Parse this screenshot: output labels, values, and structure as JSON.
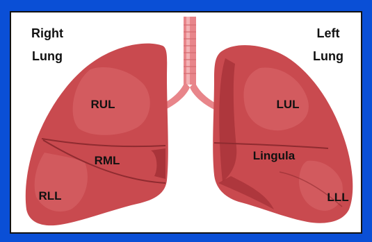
{
  "labels": {
    "right_lung": [
      "Right",
      "Lung"
    ],
    "left_lung": [
      "Left",
      "Lung"
    ]
  },
  "lobes": {
    "rul": "RUL",
    "rml": "RML",
    "rll": "RLL",
    "lul": "LUL",
    "lingula": "Lingula",
    "lll": "LLL"
  },
  "colors": {
    "background_border": "#0a4fd6",
    "panel": "#ffffff",
    "lung_base": "#c94a4f",
    "lung_dark": "#a9343a",
    "lung_light": "#db6a6e",
    "trachea": "#e8858a",
    "trachea_ring": "#f3b2b5"
  }
}
